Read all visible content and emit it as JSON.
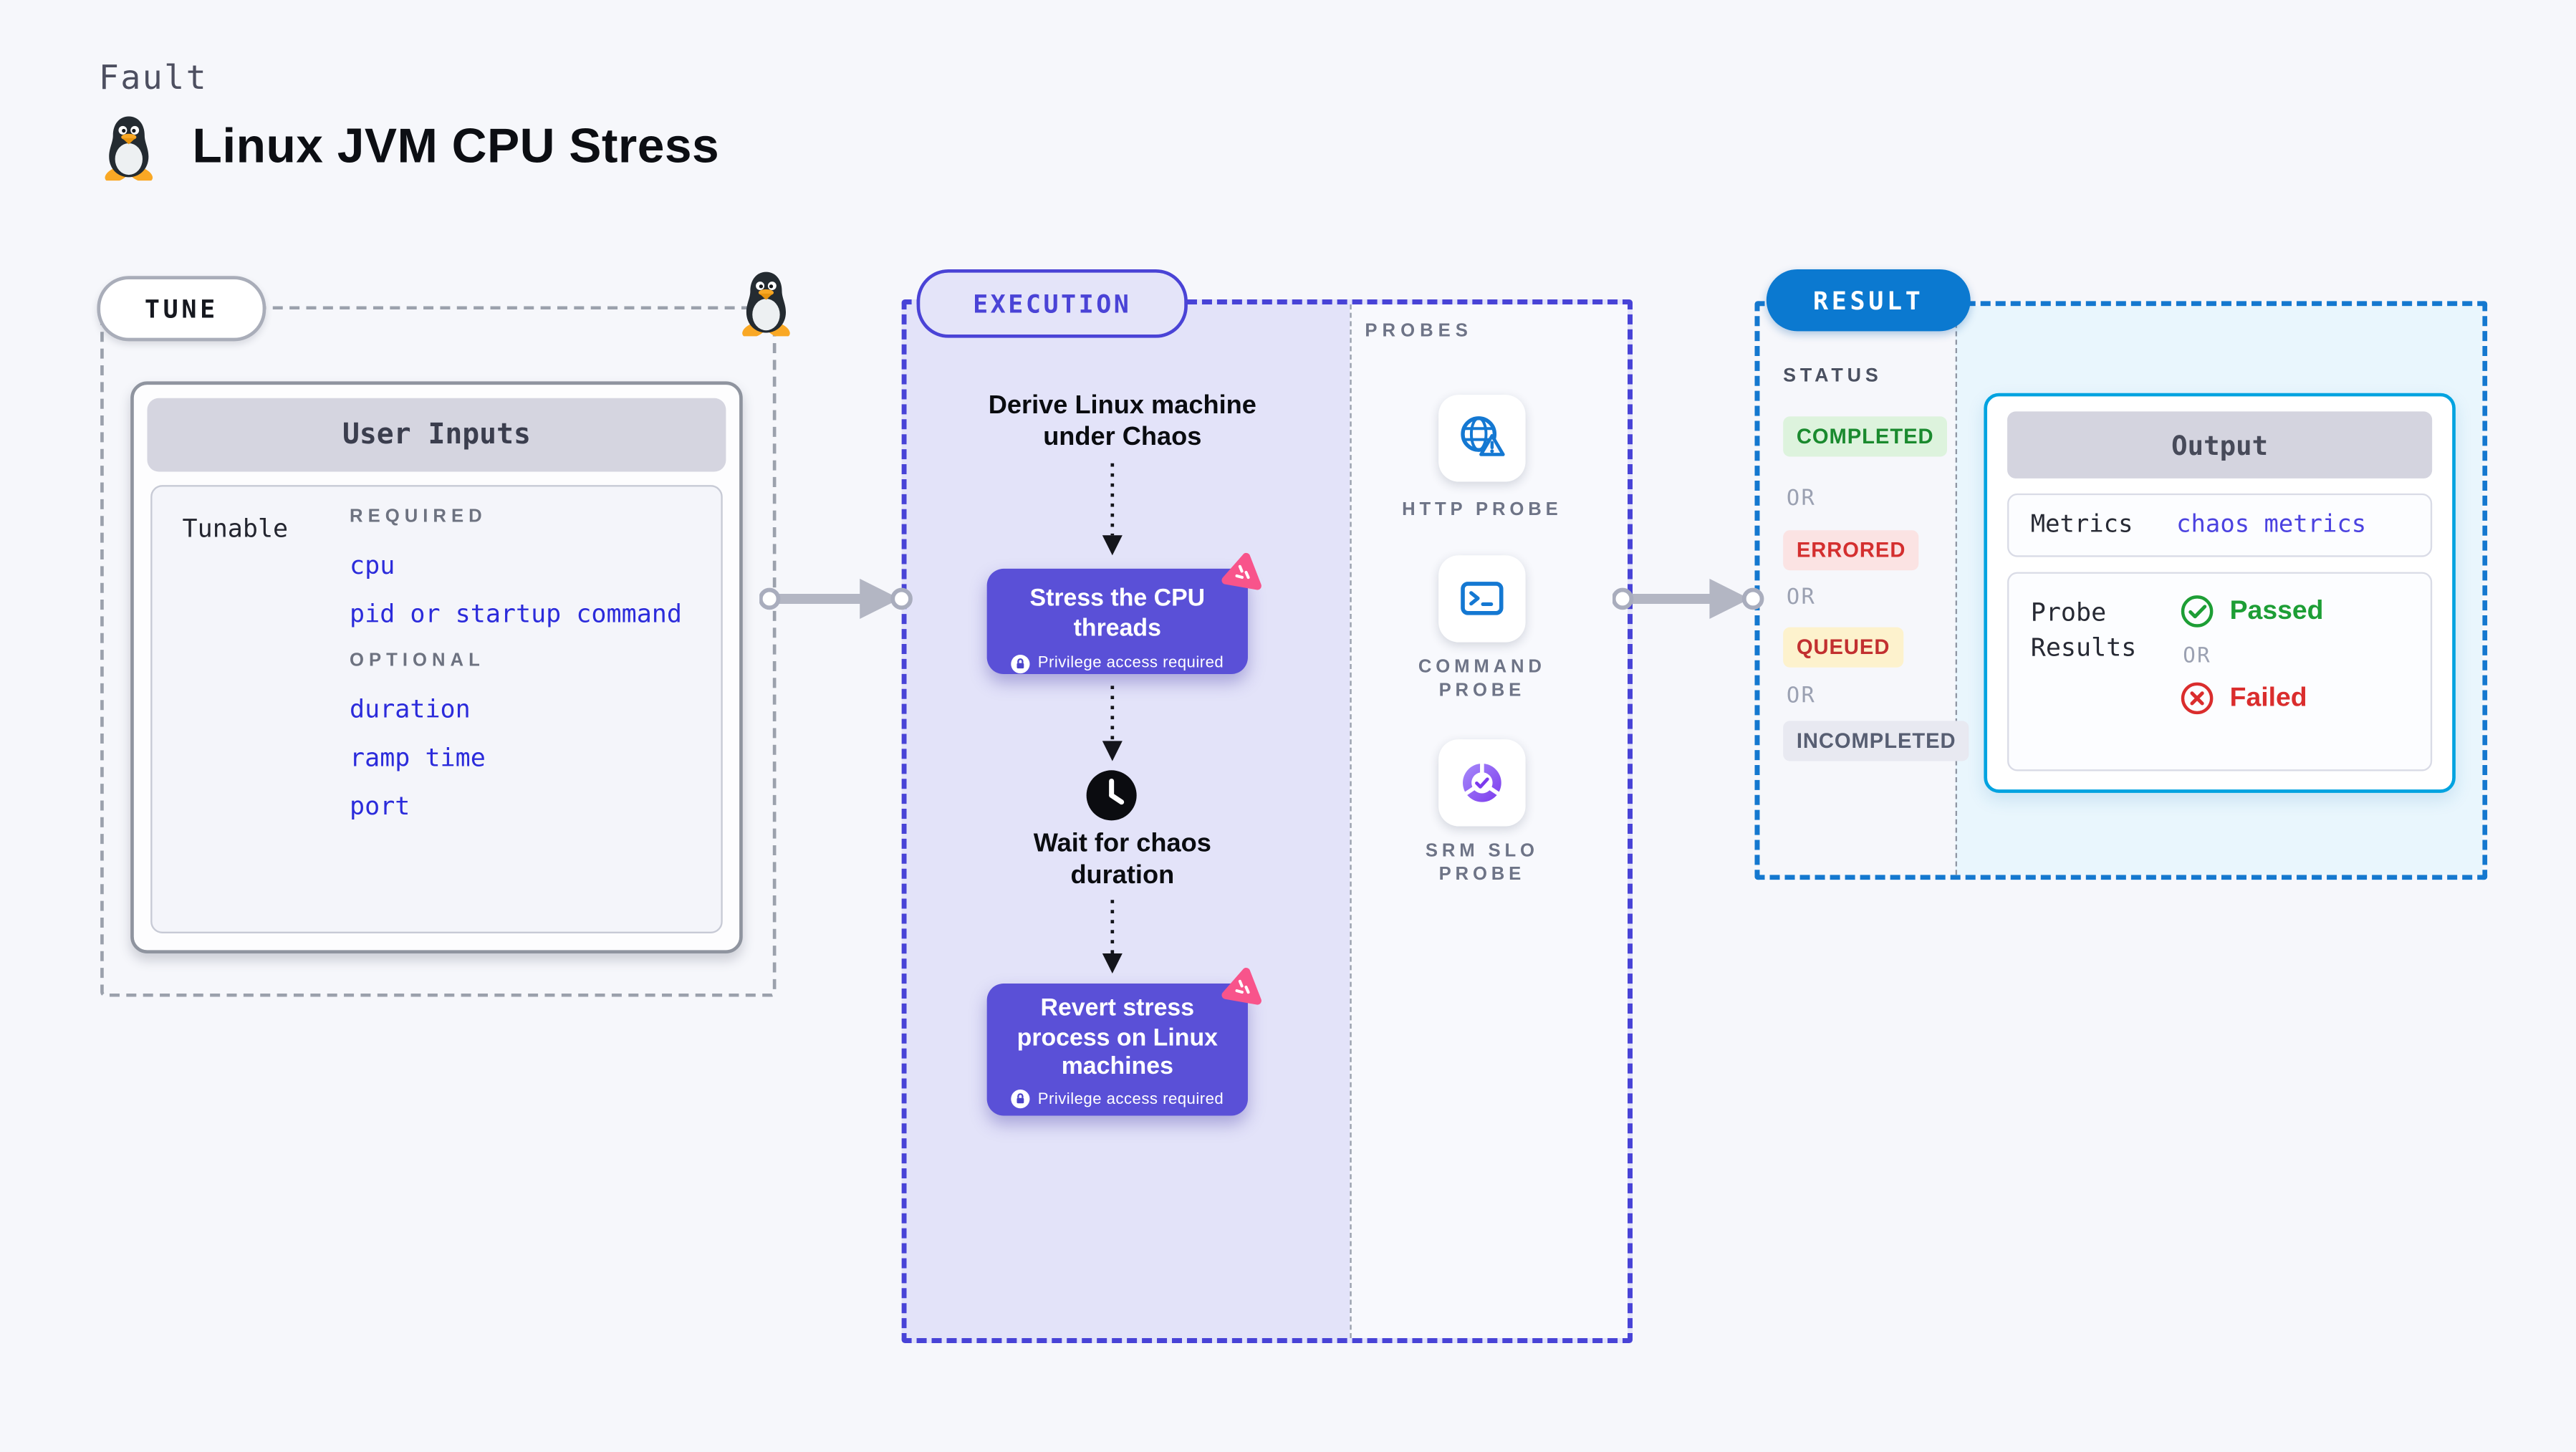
{
  "header": {
    "eyebrow": "Fault",
    "title": "Linux JVM CPU Stress"
  },
  "tune": {
    "label": "TUNE",
    "user_inputs": {
      "title": "User Inputs",
      "row_label": "Tunable",
      "required_heading": "REQUIRED",
      "required_items": [
        "cpu",
        "pid or startup command"
      ],
      "optional_heading": "OPTIONAL",
      "optional_items": [
        "duration",
        "ramp time",
        "port"
      ]
    }
  },
  "execution": {
    "label": "EXECUTION",
    "derive_step": {
      "line1": "Derive Linux machine",
      "line2": "under Chaos"
    },
    "stress_step": {
      "line1": "Stress the CPU",
      "line2": "threads",
      "note": "Privilege access required"
    },
    "wait_step": {
      "line1": "Wait for chaos",
      "line2": "duration"
    },
    "revert_step": {
      "line1": "Revert stress",
      "line2": "process on Linux",
      "line3": "machines",
      "note": "Privilege access required"
    }
  },
  "probes": {
    "label": "PROBES",
    "items": [
      {
        "icon": "globe-alert-icon",
        "lines": [
          "HTTP PROBE",
          ""
        ]
      },
      {
        "icon": "terminal-icon",
        "lines": [
          "COMMAND",
          "PROBE"
        ]
      },
      {
        "icon": "slo-gauge-icon",
        "lines": [
          "SRM SLO",
          "PROBE"
        ]
      }
    ]
  },
  "result": {
    "label": "RESULT",
    "status": {
      "heading": "STATUS",
      "or_separator": "OR",
      "badges": [
        {
          "label": "COMPLETED",
          "bg": "#ddf3dd",
          "color": "#1a8a2e"
        },
        {
          "label": "ERRORED",
          "bg": "#fbe3e3",
          "color": "#d42f2f"
        },
        {
          "label": "QUEUED",
          "bg": "#fdf2cd",
          "color": "#c23030"
        },
        {
          "label": "INCOMPLETED",
          "bg": "#e8e9f1",
          "color": "#575e72"
        }
      ]
    },
    "output": {
      "title": "Output",
      "metrics_label": "Metrics",
      "metrics_value": "chaos metrics",
      "probe_results": {
        "line1": "Probe",
        "line2": "Results"
      },
      "passed": "Passed",
      "or": "OR",
      "failed": "Failed"
    }
  },
  "colors": {
    "accent_indigo": "#4a43d6",
    "node_indigo": "#5a50d7",
    "chaos_pink": "#f8548b",
    "link_blue": "#2b2bdb",
    "probe_icon_blue": "#1478d2",
    "slo_purple": "#7c3aed",
    "result_pill_blue": "#0b79d0",
    "result_border_blue": "#1478cf",
    "output_border_cyan": "#00a3e0",
    "passed_green": "#1d9e35",
    "failed_red": "#da2d2d",
    "execution_bg": "#e3e3f9",
    "output_area_bg": "#e9f6fd"
  }
}
